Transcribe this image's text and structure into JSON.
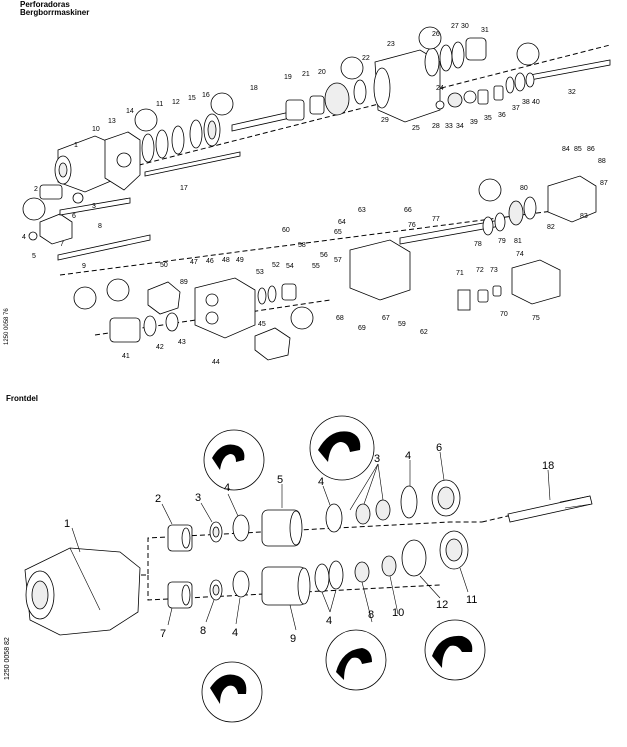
{
  "header": {
    "line1": "Perforadoras",
    "line2": "Bergborrmaskiner",
    "line3": "Frontdel"
  },
  "doc_numbers": {
    "top": "1250 0058 76",
    "bottom": "1250 0058 82"
  },
  "top_labels": [
    "1",
    "2",
    "3",
    "4",
    "5",
    "6",
    "7",
    "8",
    "9",
    "10",
    "11",
    "12",
    "13",
    "14",
    "15",
    "16",
    "17",
    "18",
    "19",
    "20",
    "21",
    "22",
    "23",
    "24",
    "25",
    "26",
    "27",
    "28",
    "29",
    "30",
    "31",
    "32",
    "33",
    "34",
    "35",
    "36",
    "37",
    "38",
    "39",
    "40",
    "41",
    "42",
    "43",
    "44",
    "45",
    "46",
    "47",
    "48",
    "49",
    "50",
    "52",
    "53",
    "54",
    "55",
    "56",
    "57",
    "58",
    "59",
    "60",
    "62",
    "63",
    "64",
    "65",
    "66",
    "67",
    "68",
    "69",
    "70",
    "71",
    "72",
    "73",
    "74",
    "75",
    "76",
    "77",
    "78",
    "79",
    "80",
    "81",
    "82",
    "83",
    "84",
    "85",
    "86",
    "87",
    "88",
    "89"
  ],
  "bottom_labels": [
    "1",
    "2",
    "3",
    "4",
    "5",
    "6",
    "7",
    "8",
    "9",
    "10",
    "11",
    "12",
    "18"
  ]
}
